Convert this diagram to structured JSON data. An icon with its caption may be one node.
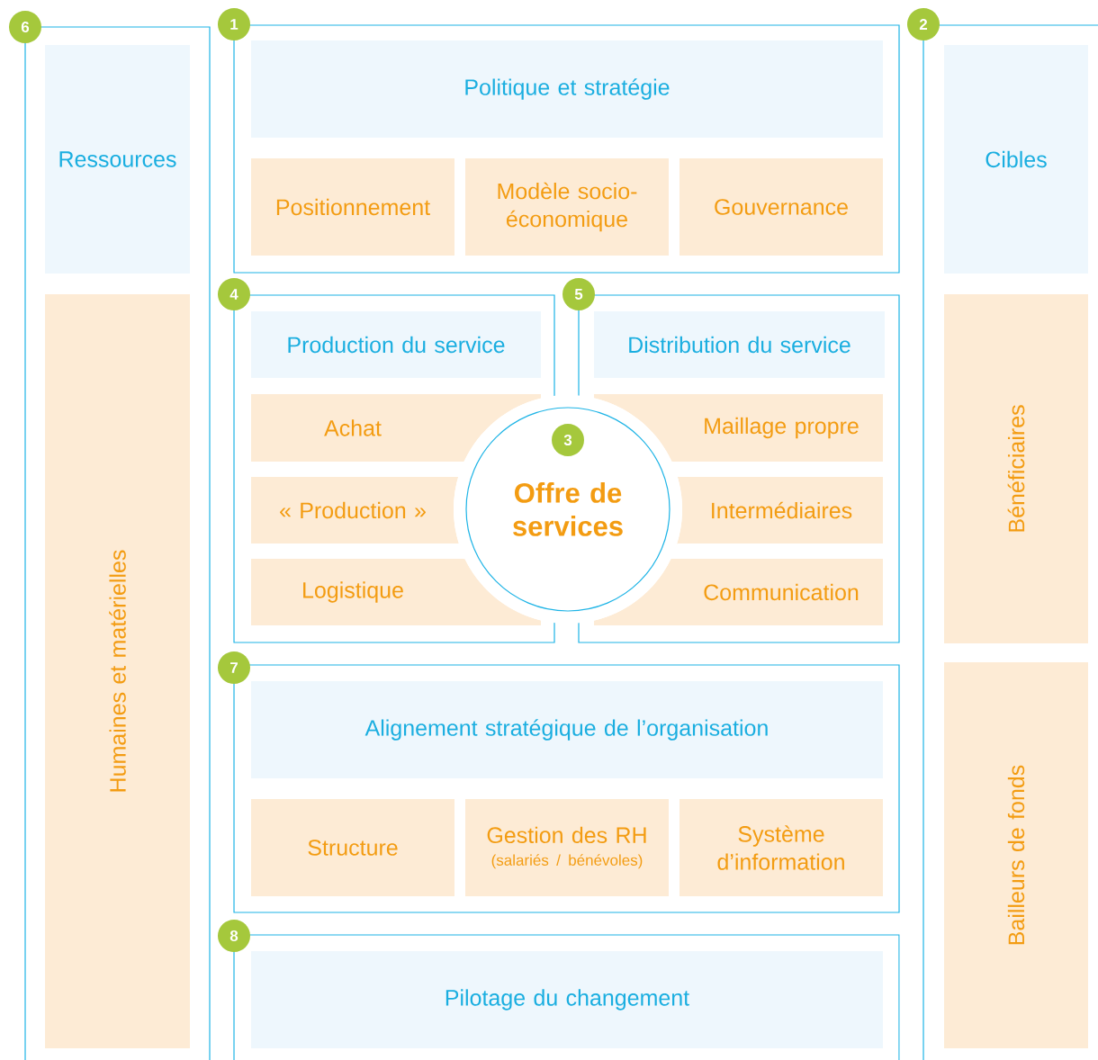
{
  "diagram": {
    "nodes": [
      {
        "text": [
          "6"
        ]
      },
      {
        "text": [
          "Ressources"
        ],
        "in": 0
      },
      {
        "text": [
          "Humaines et matérielles"
        ],
        "in": 0
      },
      {
        "text": [
          "1"
        ]
      },
      {
        "text": [
          "Politique et stratégie"
        ],
        "in": 3
      },
      {
        "text": [
          "Positionnement"
        ],
        "in": 3
      },
      {
        "text": [
          "Modèle socio-économique"
        ],
        "in": 3
      },
      {
        "text": [
          "Gouvernance"
        ],
        "in": 3
      },
      {
        "text": [
          "2"
        ]
      },
      {
        "text": [
          "Cibles"
        ],
        "in": 8
      },
      {
        "text": [
          "Bénéficiaires"
        ],
        "in": 8
      },
      {
        "text": [
          "Bailleurs de fonds"
        ],
        "in": 8
      },
      {
        "text": [
          "4"
        ]
      },
      {
        "text": [
          "Production du service"
        ],
        "in": 12
      },
      {
        "text": [
          "Achat"
        ],
        "in": 12
      },
      {
        "text": [
          "« Production »"
        ],
        "in": 12
      },
      {
        "text": [
          "Logistique"
        ],
        "in": 12
      },
      {
        "text": [
          "5"
        ]
      },
      {
        "text": [
          "Distribution du service"
        ],
        "in": 17
      },
      {
        "text": [
          "Maillage propre"
        ],
        "in": 17
      },
      {
        "text": [
          "Intermédiaires"
        ],
        "in": 17
      },
      {
        "text": [
          "Communication"
        ],
        "in": 17
      },
      {
        "text": [
          "3",
          "Offre de services"
        ]
      },
      {
        "text": [
          "7"
        ]
      },
      {
        "text": [
          "Alignement stratégique de l’organisation"
        ],
        "in": 23
      },
      {
        "text": [
          "Structure"
        ],
        "in": 23
      },
      {
        "text": [
          "Gestion des RH",
          "(salariés / bénévoles)"
        ],
        "in": 23
      },
      {
        "text": [
          "Système d’information"
        ],
        "in": 23
      },
      {
        "text": [
          "8"
        ]
      },
      {
        "text": [
          "Pilotage du changement"
        ],
        "in": 28
      }
    ]
  }
}
